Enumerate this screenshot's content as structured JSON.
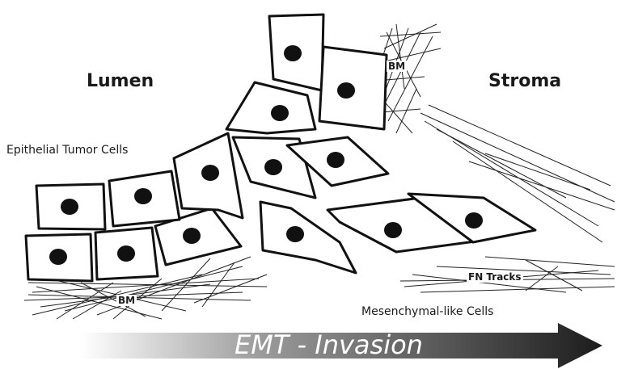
{
  "labels": {
    "lumen": "Lumen",
    "stroma": "Stroma",
    "epithelial": "Epithelial Tumor Cells",
    "mesenchymal": "Mesenchymal-like Cells",
    "bm_top": "BM",
    "bm_bottom": "BM",
    "fn_tracks": "FN Tracks",
    "arrow": "EMT - Invasion"
  },
  "colors": {
    "cell_outline": "#111111",
    "nucleus": "#111111",
    "fiber": "#222222",
    "arrow_start": "#ffffff",
    "arrow_end": "#1c1c1c"
  }
}
